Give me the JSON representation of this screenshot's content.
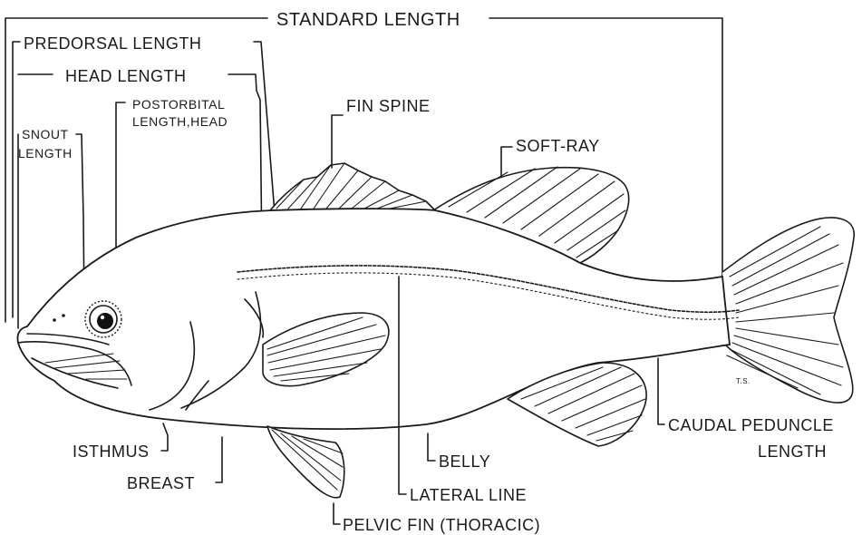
{
  "labels": {
    "standard_length": "STANDARD LENGTH",
    "predorsal_length": "PREDORSAL LENGTH",
    "head_length": "HEAD LENGTH",
    "postorbital_line1": "POSTORBITAL",
    "postorbital_line2": "LENGTH,HEAD",
    "snout_line1": "SNOUT",
    "snout_line2": "LENGTH",
    "fin_spine": "FIN SPINE",
    "soft_ray": "SOFT-RAY",
    "isthmus": "ISTHMUS",
    "breast": "BREAST",
    "belly": "BELLY",
    "lateral_line": "LATERAL LINE",
    "pelvic_fin": "PELVIC FIN (THORACIC)",
    "caudal_line1": "CAUDAL PEDUNCLE",
    "caudal_line2": "LENGTH",
    "artist_initials": "T.S."
  }
}
